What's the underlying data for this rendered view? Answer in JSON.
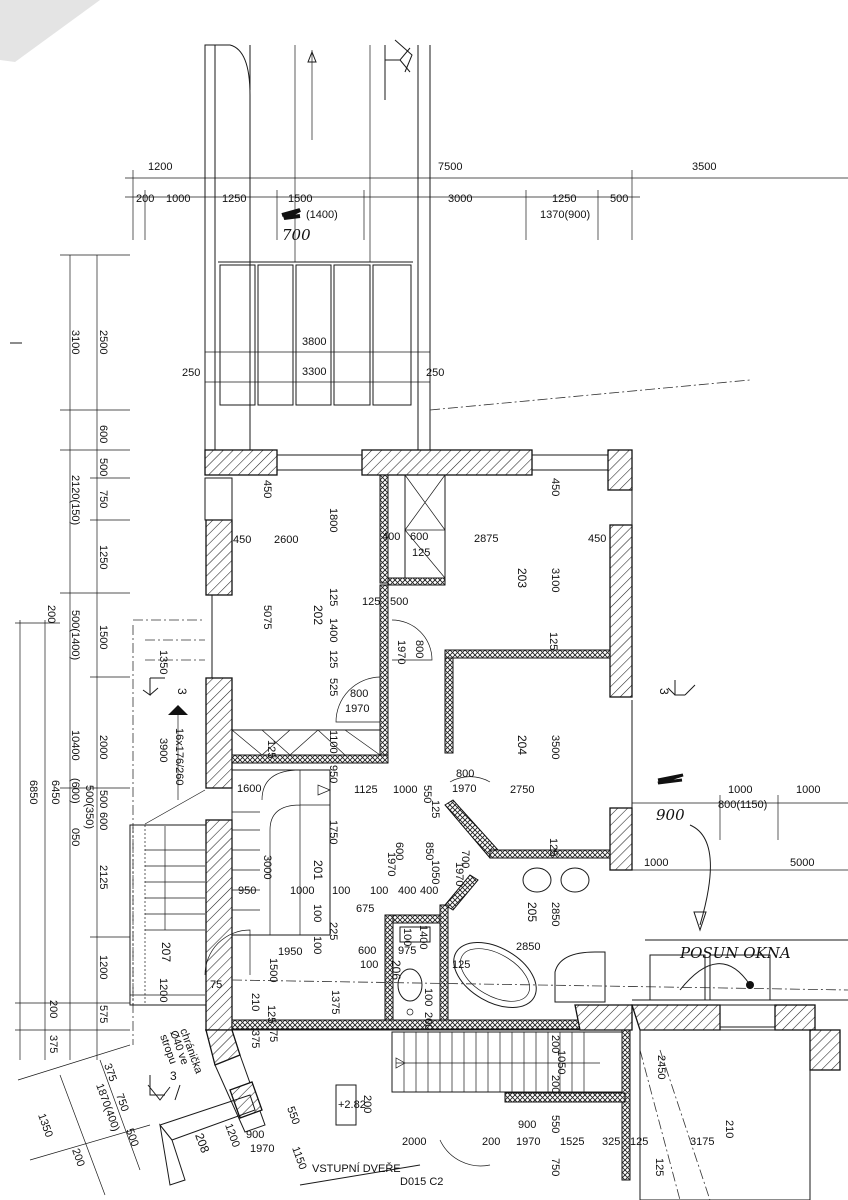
{
  "title": "Floor plan drawing (scanned)",
  "labels": [
    "1200",
    "7500",
    "3500",
    "200",
    "1000",
    "1250",
    "1500",
    "(1400)",
    "700",
    "3000",
    "1250",
    "500",
    "1370(900)",
    "3800",
    "3300",
    "250",
    "250",
    "3100",
    "2500",
    "600",
    "500",
    "2120(150)",
    "750",
    "1250",
    "200",
    "500(1400)",
    "1500",
    "1350",
    "10400",
    "2000",
    "3900",
    "16x176/260",
    "6850",
    "6450",
    "(600)",
    "500(350)",
    "500",
    "600",
    "050",
    "2125",
    "1200",
    "200",
    "575",
    "375",
    "450",
    "1800",
    "450",
    "2600",
    "400",
    "600",
    "125",
    "5075",
    "202",
    "125",
    "1400",
    "125",
    "525",
    "125",
    "500",
    "1970",
    "800",
    "800",
    "1970",
    "1100",
    "125",
    "2875",
    "450",
    "450",
    "203",
    "3100",
    "125",
    "204",
    "3500",
    "800",
    "1970",
    "2750",
    "1600",
    "950",
    "1125",
    "1000",
    "550",
    "125",
    "1750",
    "3000",
    "201",
    "950",
    "1000",
    "100",
    "100",
    "400",
    "400",
    "675",
    "600",
    "1970",
    "850",
    "1050",
    "700",
    "1970",
    "100",
    "225",
    "100",
    "1950",
    "600",
    "975",
    "100",
    "1400",
    "100",
    "206",
    "100",
    "200",
    "207",
    "1200",
    "75",
    "1500",
    "1375",
    "210",
    "125",
    "375",
    "75",
    "205",
    "2850",
    "2850",
    "125",
    "125",
    "1000",
    "1000",
    "800(1150)",
    "900",
    "1000",
    "5000",
    "POSUN OKNA",
    "+2.82",
    "200",
    "2000",
    "200",
    "900",
    "1970",
    "1525",
    "325",
    "125",
    "3175",
    "210",
    "200",
    "1050",
    "200",
    "550",
    "750",
    "125",
    "2450",
    "VSTUPNÍ DVEŘE",
    "D015 C2",
    "chránička",
    "Ø40 ve",
    "stropu",
    "208",
    "1200",
    "900",
    "1970",
    "550",
    "1150",
    "375",
    "750",
    "1870(400)",
    "500",
    "1350",
    "200",
    "3",
    "3",
    "3"
  ]
}
